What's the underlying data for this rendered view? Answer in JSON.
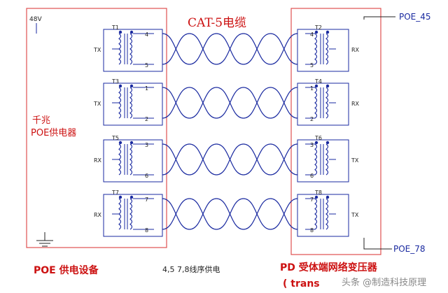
{
  "title": "CAT-5电缆",
  "left_box": {
    "voltage_label": "48V",
    "side_label_line1": "千兆",
    "side_label_line2": "POE供电器",
    "bottom_label": "POE 供电设备",
    "transformers": [
      {
        "name": "T1",
        "role": "TX",
        "pins": [
          "4",
          "5"
        ]
      },
      {
        "name": "T3",
        "role": "TX",
        "pins": [
          "1",
          "2"
        ]
      },
      {
        "name": "T5",
        "role": "RX",
        "pins": [
          "3",
          "6"
        ]
      },
      {
        "name": "T7",
        "role": "RX",
        "pins": [
          "7",
          "8"
        ]
      }
    ]
  },
  "right_box": {
    "bottom_label_line1": "PD 受体端网络变压器",
    "bottom_label_line2": "( trans",
    "transformers": [
      {
        "name": "T2",
        "role": "RX",
        "pins": [
          "4",
          "5"
        ]
      },
      {
        "name": "T4",
        "role": "RX",
        "pins": [
          "1",
          "2"
        ]
      },
      {
        "name": "T6",
        "role": "TX",
        "pins": [
          "3",
          "6"
        ]
      },
      {
        "name": "T8",
        "role": "TX",
        "pins": [
          "7",
          "8"
        ]
      }
    ]
  },
  "poe_45_label": "POE_45",
  "poe_78_label": "POE_78",
  "center_note": "4,5    7,8线序供电",
  "watermark": "头条 @制造科技原理",
  "colors": {
    "box_border": "#e05050",
    "wire": "#1a2aa0",
    "label_red": "#cc1111",
    "label_blue": "#1a2aa0",
    "text_dark": "#222222"
  }
}
